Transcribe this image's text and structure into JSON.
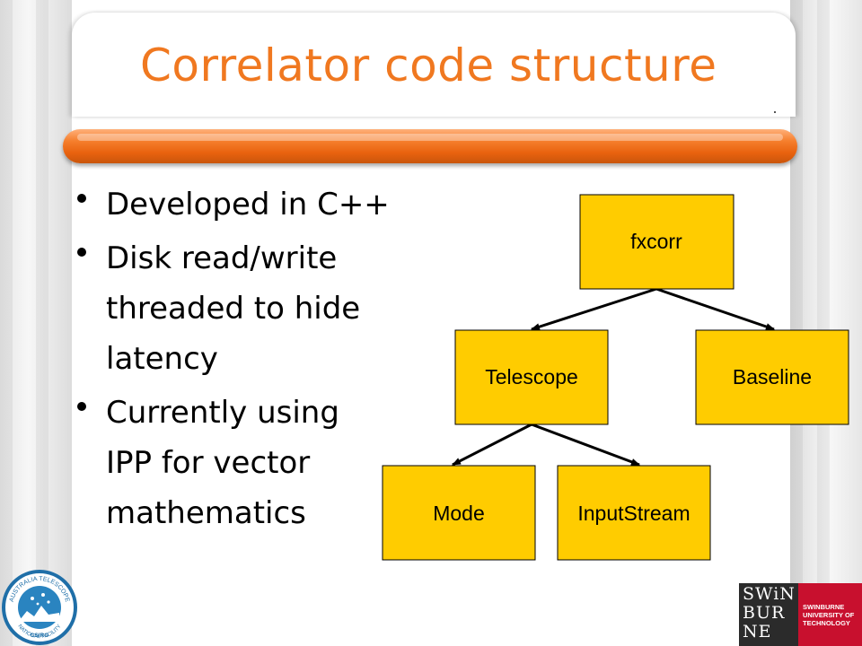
{
  "slide": {
    "title": "Correlator code structure",
    "bullets": [
      {
        "lines": [
          "Developed in C++"
        ]
      },
      {
        "lines": [
          "Disk read/write",
          "threaded to hide",
          "latency"
        ]
      },
      {
        "lines": [
          "Currently using",
          "IPP for vector",
          "mathematics"
        ]
      }
    ]
  },
  "diagram": {
    "node_fill": "#ffcc00",
    "nodes": {
      "fxcorr": "fxcorr",
      "telescope": "Telescope",
      "baseline": "Baseline",
      "mode": "Mode",
      "inputstream": "InputStream"
    }
  },
  "colors": {
    "title": "#f07820",
    "bar": "#f57e2c"
  },
  "logos": {
    "csiro": {
      "top_text": "AUSTRALIA TELESCOPE",
      "bottom_text": "NATIONAL FACILITY",
      "org": "CSIRO"
    },
    "swinburne": {
      "mark": [
        "SWiN",
        "BUR",
        "NE"
      ],
      "name": "SWINBURNE UNIVERSITY OF TECHNOLOGY"
    }
  }
}
